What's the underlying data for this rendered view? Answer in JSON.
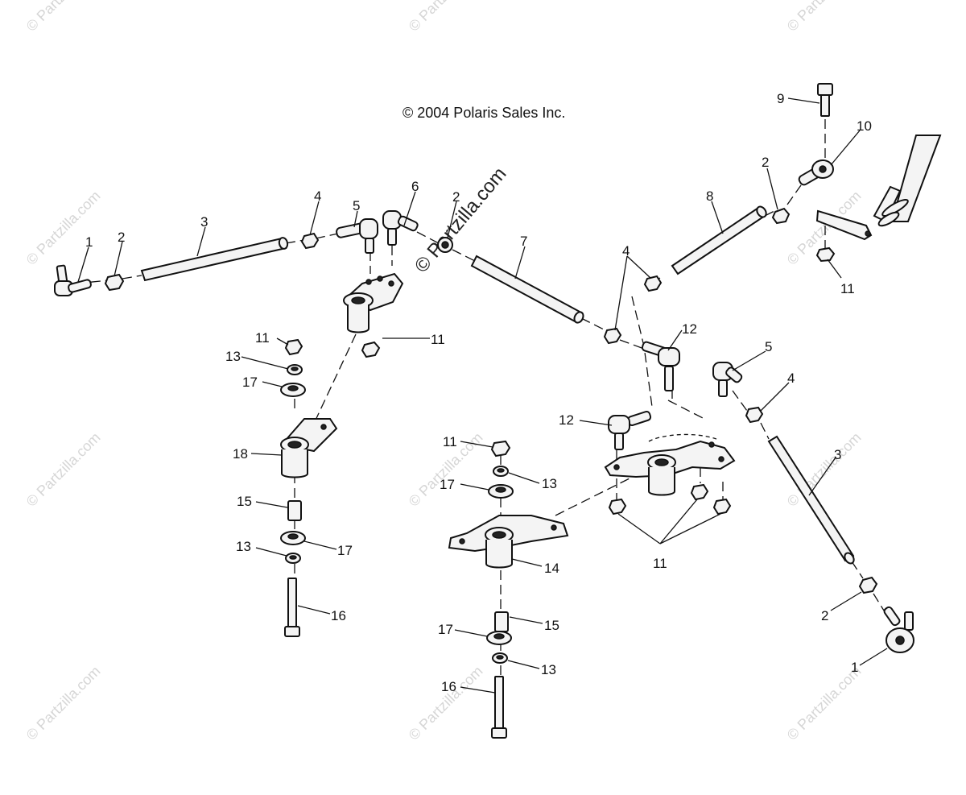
{
  "copyright": "© 2004 Polaris Sales Inc.",
  "watermark_center": "© Partzilla.com",
  "watermark_tile": "© Partzilla.com",
  "labels": {
    "l1a": "1",
    "l2a": "2",
    "l3a": "3",
    "l4a": "4",
    "l5a": "5",
    "l6": "6",
    "l2b": "2",
    "l7": "7",
    "l4b": "4",
    "l8": "8",
    "l2c": "2",
    "l9": "9",
    "l10": "10",
    "l11a": "11",
    "l11b": "11",
    "l11c": "11",
    "l13a": "13",
    "l17a": "17",
    "l18": "18",
    "l15a": "15",
    "l13b": "13",
    "l17b": "17",
    "l16a": "16",
    "l12a": "12",
    "l12b": "12",
    "l5b": "5",
    "l4c": "4",
    "l3b": "3",
    "l11d": "11",
    "l13c": "13",
    "l17c": "17",
    "l14": "14",
    "l11e": "11",
    "l15b": "15",
    "l17d": "17",
    "l13d": "13",
    "l16b": "16",
    "l2d": "2",
    "l1b": "1"
  }
}
